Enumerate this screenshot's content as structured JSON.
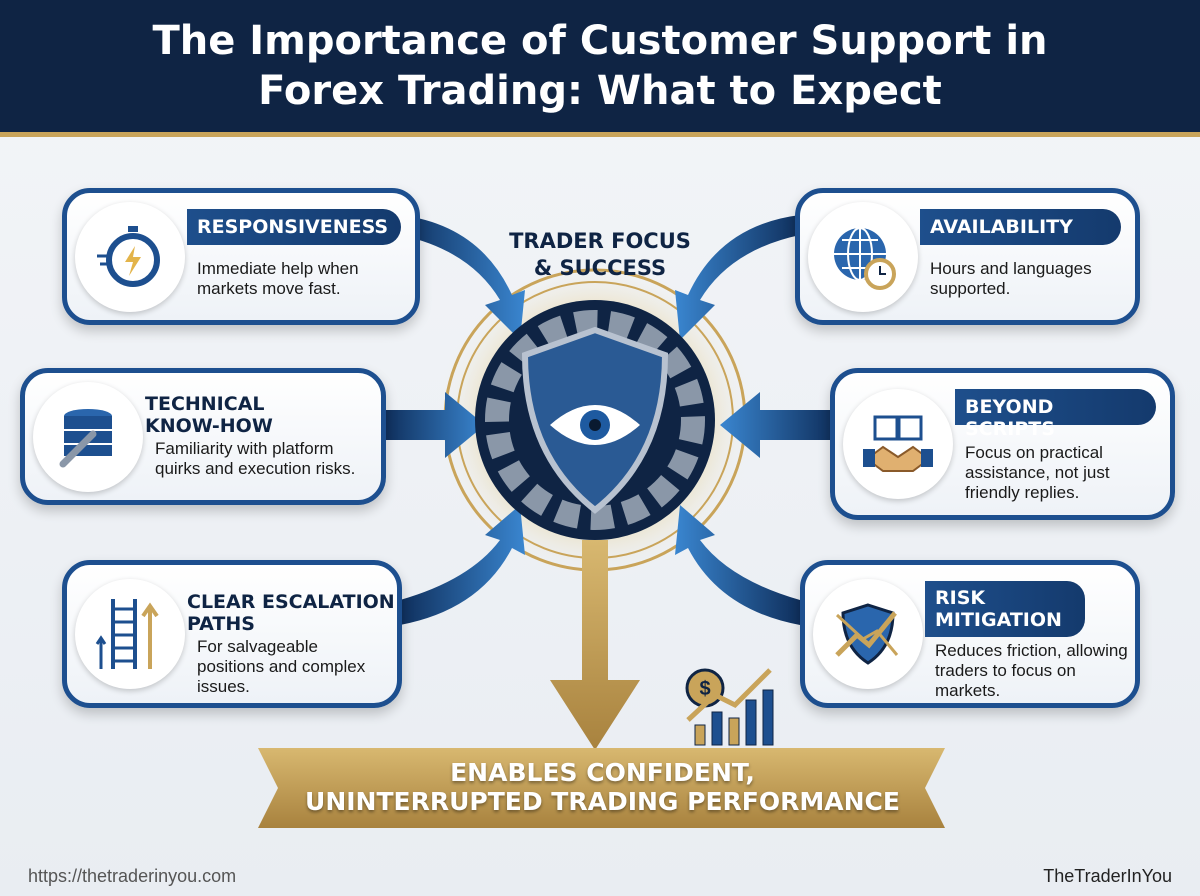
{
  "title": "The Importance of Customer Support in Forex Trading: What to Expect",
  "center": {
    "title_line1": "TRADER FOCUS",
    "title_line2": "& SUCCESS"
  },
  "cards": [
    {
      "title": "RESPONSIVENESS",
      "desc": "Immediate help when markets move fast.",
      "icon": "stopwatch-lightning-icon"
    },
    {
      "title": "TECHNICAL KNOW-HOW",
      "desc": "Familiarity with platform quirks and execution risks.",
      "icon": "server-wrench-icon"
    },
    {
      "title": "CLEAR ESCALATION PATHS",
      "desc": "For salvageable positions and complex issues.",
      "icon": "ladder-arrow-icon"
    },
    {
      "title": "AVAILABILITY",
      "desc": "Hours and languages supported.",
      "icon": "globe-clock-icon"
    },
    {
      "title": "BEYOND SCRIPTS",
      "desc": "Focus on practical assistance, not just friendly replies.",
      "icon": "handshake-book-icon"
    },
    {
      "title": "RISK MITIGATION",
      "desc": "Reduces friction, allowing traders to focus on markets.",
      "icon": "shield-chart-icon"
    }
  ],
  "banner": {
    "line1": "ENABLES CONFIDENT,",
    "line2": "UNINTERRUPTED TRADING PERFORMANCE"
  },
  "footer": {
    "url": "https://thetraderinyou.com",
    "brand": "TheTraderInYou"
  },
  "colors": {
    "navy": "#0f2444",
    "blue": "#1d4f8f",
    "gold": "#c9a45a"
  }
}
